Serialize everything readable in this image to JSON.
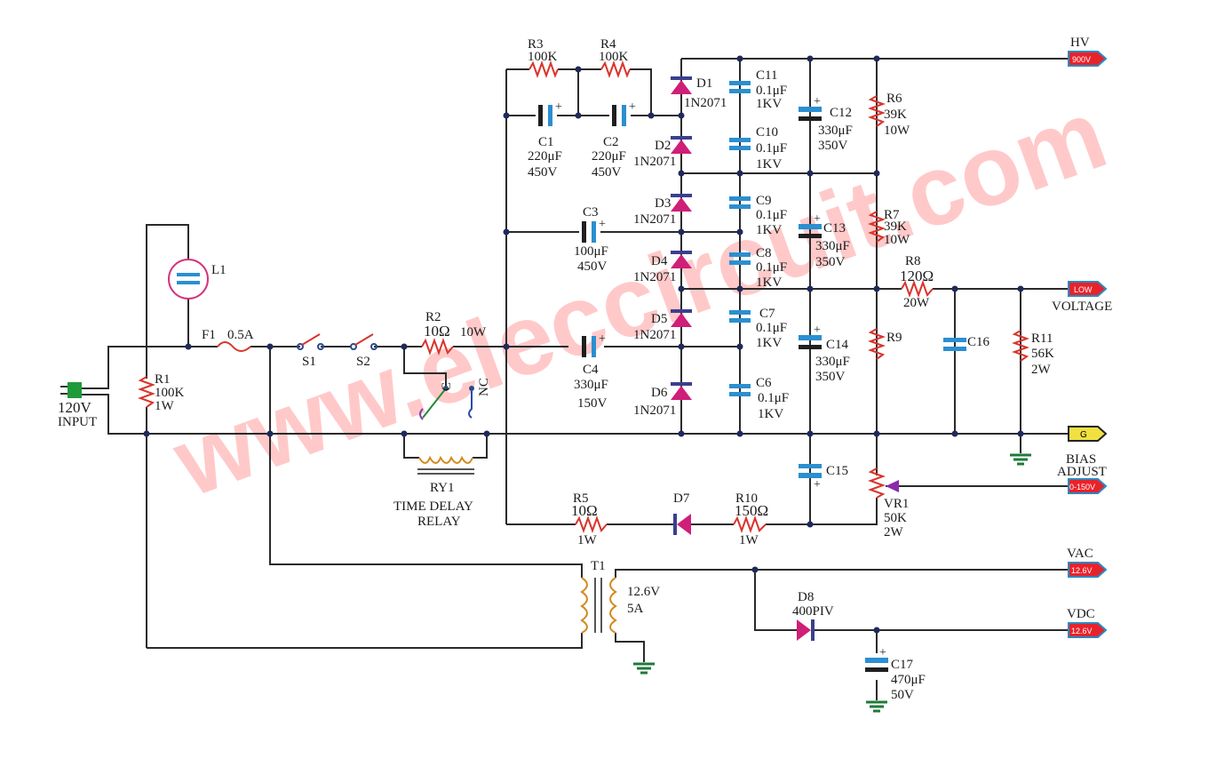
{
  "watermark": "www.eleccircuit.com",
  "colors": {
    "wire": "#2a2a2a",
    "resistor": "#d9342b",
    "capacitor": "#2b8fd0",
    "diode": "#cf1f78",
    "coil": "#d28a1e",
    "ground": "#1f7a3a",
    "tag_red": "#e8222b",
    "tag_yellow": "#f0e040"
  },
  "input": {
    "voltage": "120V",
    "label": "INPUT"
  },
  "L1": {
    "name": "L1"
  },
  "F1": {
    "name": "F1",
    "value": "0.5A"
  },
  "R1": {
    "name": "R1",
    "v1": "100K",
    "v2": "1W"
  },
  "S1": {
    "name": "S1"
  },
  "S2": {
    "name": "S2"
  },
  "R2": {
    "name": "R2",
    "v1": "10Ω",
    "v2": "10W"
  },
  "relay": {
    "name": "RY1",
    "line1": "TIME DELAY",
    "line2": "RELAY",
    "c": "C",
    "nc": "NC"
  },
  "R3": {
    "name": "R3",
    "v1": "100K"
  },
  "R4": {
    "name": "R4",
    "v1": "100K"
  },
  "C1": {
    "name": "C1",
    "v1": "220μF",
    "v2": "450V"
  },
  "C2": {
    "name": "C2",
    "v1": "220μF",
    "v2": "450V"
  },
  "C3": {
    "name": "C3",
    "v1": "100μF",
    "v2": "450V"
  },
  "C4": {
    "name": "C4",
    "v1": "330μF",
    "v2": "150V"
  },
  "D1": {
    "name": "D1",
    "v1": "1N2071"
  },
  "D2": {
    "name": "D2",
    "v1": "1N2071"
  },
  "D3": {
    "name": "D3",
    "v1": "1N2071"
  },
  "D4": {
    "name": "D4",
    "v1": "1N2071"
  },
  "D5": {
    "name": "D5",
    "v1": "1N2071"
  },
  "D6": {
    "name": "D6",
    "v1": "1N2071"
  },
  "C11": {
    "name": "C11",
    "v1": "0.1μF",
    "v2": "1KV"
  },
  "C10": {
    "name": "C10",
    "v1": "0.1μF",
    "v2": "1KV"
  },
  "C9": {
    "name": "C9",
    "v1": "0.1μF",
    "v2": "1KV"
  },
  "C8": {
    "name": "C8",
    "v1": "0.1μF",
    "v2": "1KV"
  },
  "C7": {
    "name": "C7",
    "v1": "0.1μF",
    "v2": "1KV"
  },
  "C6": {
    "name": "C6",
    "v1": "0.1μF",
    "v2": "1KV"
  },
  "C12": {
    "name": "C12",
    "v1": "330μF",
    "v2": "350V"
  },
  "C13": {
    "name": "C13",
    "v1": "330μF",
    "v2": "350V"
  },
  "C14": {
    "name": "C14",
    "v1": "330μF",
    "v2": "350V"
  },
  "C15": {
    "name": "C15"
  },
  "C16": {
    "name": "C16"
  },
  "C17": {
    "name": "C17",
    "v1": "470μF",
    "v2": "50V"
  },
  "R6": {
    "name": "R6",
    "v1": "39K",
    "v2": "10W"
  },
  "R7": {
    "name": "R7",
    "v1": "39K",
    "v2": "10W"
  },
  "R8": {
    "name": "R8",
    "v1": "120Ω",
    "v2": "20W"
  },
  "R9": {
    "name": "R9"
  },
  "R11": {
    "name": "R11",
    "v1": "56K",
    "v2": "2W"
  },
  "R5": {
    "name": "R5",
    "v1": "10Ω",
    "v2": "1W"
  },
  "R10": {
    "name": "R10",
    "v1": "150Ω",
    "v2": "1W"
  },
  "D7": {
    "name": "D7"
  },
  "D8": {
    "name": "D8",
    "v1": "400PIV"
  },
  "VR1": {
    "name": "VR1",
    "v1": "50K",
    "v2": "2W"
  },
  "T1": {
    "name": "T1",
    "v1": "12.6V",
    "v2": "5A"
  },
  "outputs": {
    "hv_label": "HV",
    "hv_tag": "900V",
    "low_tag": "LOW",
    "low_label": "VOLTAGE",
    "g_tag": "G",
    "bias_label1": "BIAS",
    "bias_label2": "ADJUST",
    "bias_tag": "0-150V",
    "vac_label": "VAC",
    "vac_tag": "12.6V",
    "vdc_label": "VDC",
    "vdc_tag": "12.6V"
  }
}
